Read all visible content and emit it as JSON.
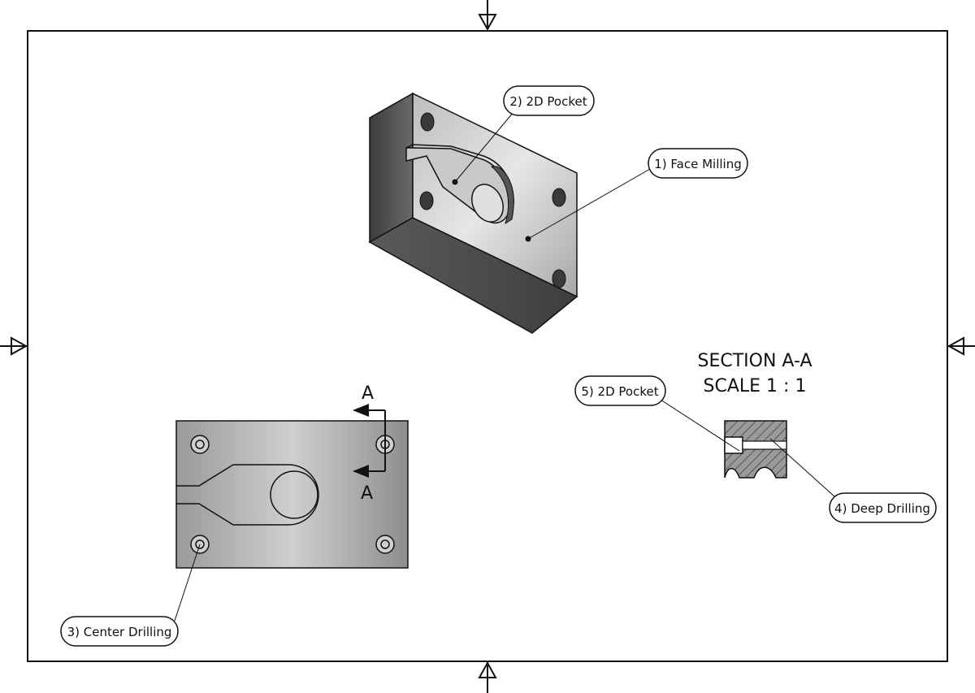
{
  "callouts": {
    "face_milling": "1) Face Milling",
    "pocket_2d_top": "2) 2D Pocket",
    "center_drilling": "3) Center Drilling",
    "deep_drilling": "4) Deep Drilling",
    "pocket_2d_section": "5) 2D Pocket"
  },
  "section": {
    "title": "SECTION A-A",
    "scale": "SCALE 1 : 1",
    "marker_top": "A",
    "marker_bottom": "A"
  },
  "colors": {
    "frame": "#111111",
    "part_dark": "#4a4a4a",
    "part_mid": "#8a8a8a",
    "part_light": "#d6d6d6"
  }
}
